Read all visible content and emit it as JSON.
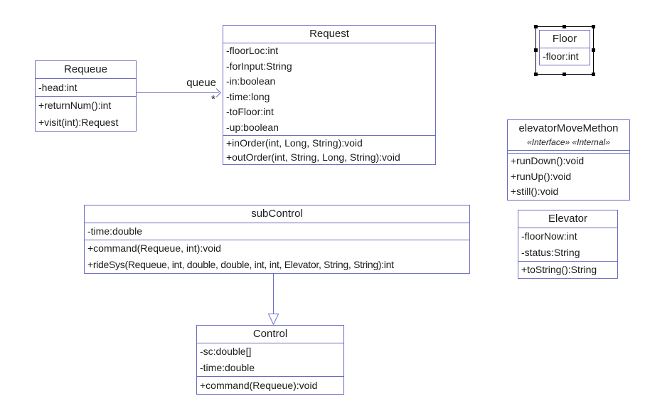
{
  "diagram": {
    "background": "#ffffff",
    "box_border_color": "#6c6cc2",
    "connector_color": "#6e6ec9",
    "text_color": "#1c1c1c",
    "selection_color": "#000000"
  },
  "classes": [
    {
      "name": "Requeue",
      "attributes": [
        "-head:int"
      ],
      "methods": [
        "+returnNum():int",
        "+visit(int):Request"
      ]
    },
    {
      "name": "Request",
      "attributes": [
        "-floorLoc:int",
        "-forInput:String",
        "-in:boolean",
        "-time:long",
        "-toFloor:int",
        "-up:boolean"
      ],
      "methods": [
        "+inOrder(int, Long, String):void",
        "+outOrder(int, String, Long, String):void"
      ]
    },
    {
      "name": "Floor",
      "attributes": [
        "-floor:int"
      ],
      "methods": [],
      "selected": true
    },
    {
      "name": "elevatorMoveMethon",
      "stereotype": "«Interface» «Internal»",
      "attributes": [],
      "methods": [
        "+runDown():void",
        "+runUp():void",
        "+still():void"
      ]
    },
    {
      "name": "Elevator",
      "attributes": [
        "-floorNow:int",
        "-status:String"
      ],
      "methods": [
        "+toString():String"
      ]
    },
    {
      "name": "subControl",
      "attributes": [
        "-time:double"
      ],
      "methods": [
        "+command(Requeue, int):void",
        "+rideSys(Requeue, int, double, double, int, int, Elevator, String, String):int"
      ]
    },
    {
      "name": "Control",
      "attributes": [
        "-sc:double[]",
        "-time:double"
      ],
      "methods": [
        "+command(Requeue):void"
      ]
    }
  ],
  "relationships": [
    {
      "type": "directed-association",
      "from": "Requeue",
      "to": "Request",
      "label": "queue",
      "multiplicity": "*"
    },
    {
      "type": "generalization",
      "from": "subControl",
      "to": "Control",
      "label": "",
      "multiplicity": ""
    }
  ]
}
